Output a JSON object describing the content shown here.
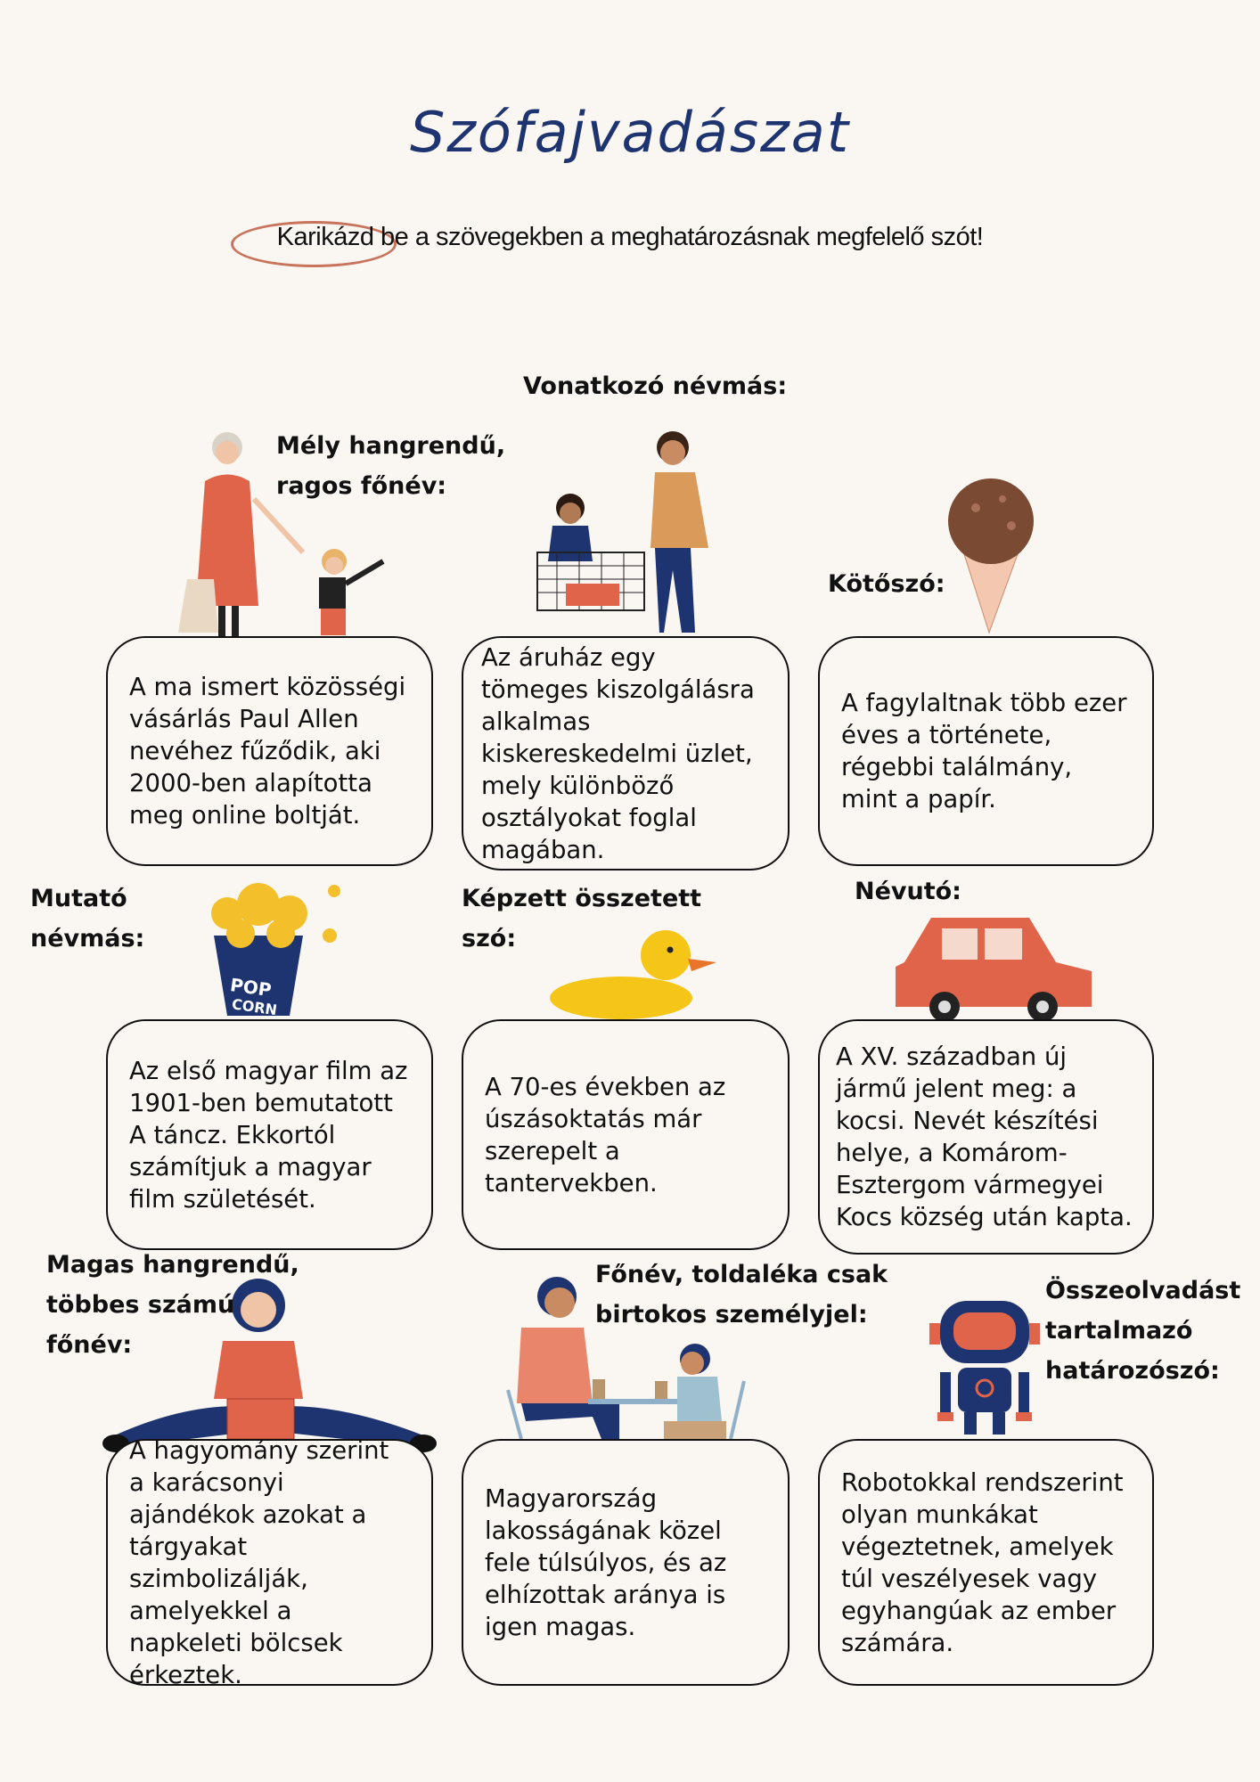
{
  "title": "Szófajvadászat",
  "instruction": {
    "circled": "Karikázd be",
    "rest": " a szövegekben a meghatározásnak megfelelő szót!"
  },
  "accent_color": "#1e3470",
  "circle_color": "#c8735b",
  "tasks": [
    {
      "label": "Mély hangrendű, ragos főnév:",
      "text": "A ma ismert közösségi vásárlás Paul Allen nevéhez fűződik, aki 2000-ben alapította meg online boltját.",
      "illustration": "grandmother-child"
    },
    {
      "label": "Vonatkozó névmás:",
      "text": "Az áruház egy tömeges kiszolgálásra alkalmas kiskereskedelmi üzlet, mely különböző osztályokat foglal magában.",
      "illustration": "shopping-cart"
    },
    {
      "label": "Kötőszó:",
      "text": "A fagylaltnak több ezer éves a története, régebbi találmány, mint a papír.",
      "illustration": "ice-cream"
    },
    {
      "label": "Mutató névmás:",
      "text": "Az első magyar film az 1901-ben bemutatott A táncz. Ekkortól számítjuk a magyar film születését.",
      "illustration": "popcorn",
      "illustration_text": "POP CORN"
    },
    {
      "label": "Képzett összetett szó:",
      "text": "A 70-es években az úszásoktatás már szerepelt a tantervekben.",
      "illustration": "rubber-duck"
    },
    {
      "label": "Névutó:",
      "text": "A XV. században új jármű jelent meg: a kocsi. Nevét készítési helye, a Komárom-Esztergom vármegyei Kocs község után kapta.",
      "illustration": "car"
    },
    {
      "label": "Magas hangrendű, többes számú főnév:",
      "text": "A hagyomány szerint a karácsonyi ajándékok azokat a tárgyakat szimbolizálják, amelyekkel a napkeleti bölcsek érkeztek.",
      "illustration": "girl-with-gift"
    },
    {
      "label": "Főnév, toldaléka csak birtokos személyjel:",
      "text": "Magyarország lakosságának közel fele túlsúlyos, és az elhízottak aránya is igen magas.",
      "illustration": "cafe-table"
    },
    {
      "label": "Összeolvadást tartalmazó határozószó:",
      "text": "Robotokkal rendszerint olyan munkákat végeztetnek, amelyek túl veszélyesek vagy egyhangúak az ember számára.",
      "illustration": "robot"
    }
  ]
}
